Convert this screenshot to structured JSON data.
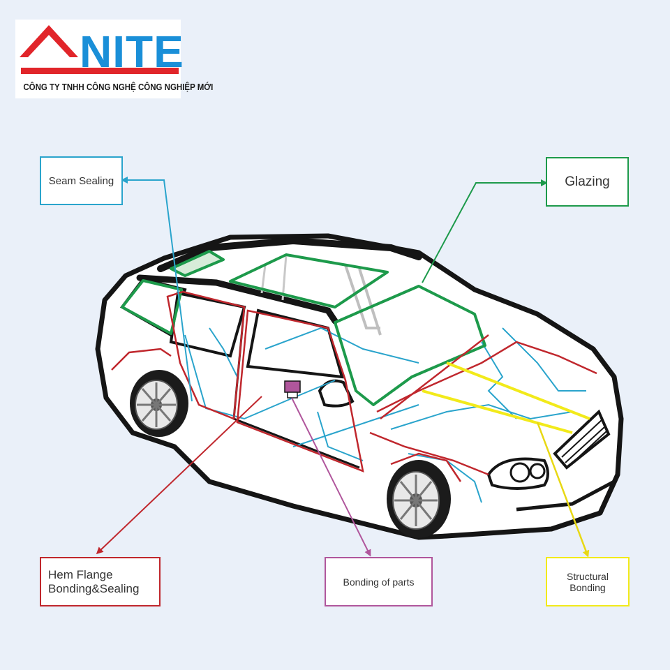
{
  "logo": {
    "word": "NITE",
    "subtitle": "CÔNG TY TNHH CÔNG NGHỆ CÔNG NGHIỆP MỚI"
  },
  "colors": {
    "seam": "#2aa4cc",
    "glazing": "#1d9a4b",
    "hem": "#c0272d",
    "bonding_parts": "#b0569c",
    "structural": "#f2ea1a",
    "brand_red": "#e1252a",
    "brand_blue": "#1a8fd8",
    "car_outline": "#151515"
  },
  "callouts": {
    "seam_sealing": "Seam Sealing",
    "glazing": "Glazing",
    "hem_flange": "Hem Flange\nBonding&Sealing",
    "bonding_parts": "Bonding of parts",
    "structural": "Structural\nBonding"
  }
}
